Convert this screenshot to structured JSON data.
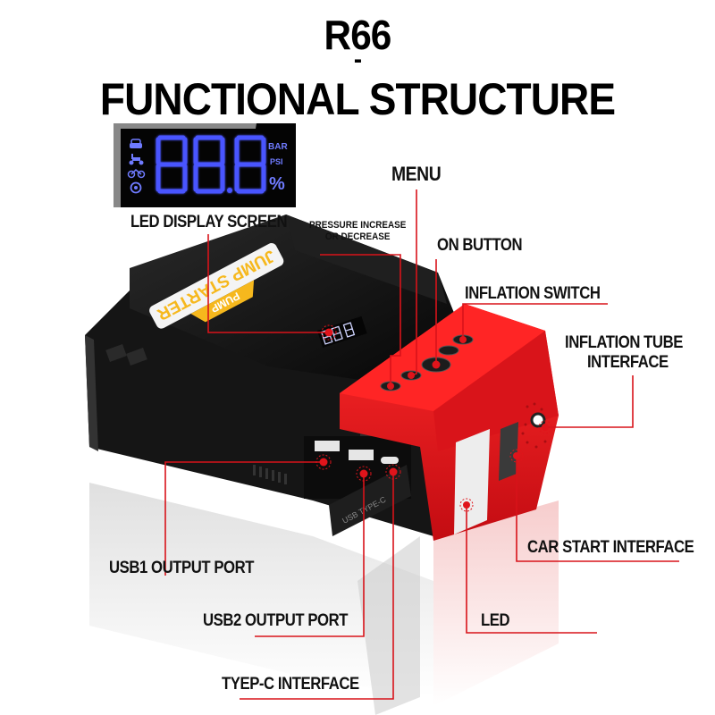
{
  "title": {
    "model": "R66",
    "separator": "-",
    "subtitle": "FUNCTIONAL STRUCTURE"
  },
  "lcd": {
    "digits": "88.8",
    "units": [
      "BAR",
      "PSI",
      "%"
    ],
    "mode_icons": [
      "car-icon",
      "scooter-icon",
      "bicycle-icon",
      "ball-icon"
    ]
  },
  "product": {
    "label_main": "JUMP STARTER",
    "label_badge": "PUMP",
    "flap_text": "USB TYPE-C"
  },
  "callouts": {
    "led_display": "LED DISPLAY SCREEN",
    "pressure": [
      "PRESSURE INCREASE",
      "OR DECREASE"
    ],
    "menu": "MENU",
    "on_button": "ON BUTTON",
    "inflation_switch": "INFLATION SWITCH",
    "inflation_tube": [
      "INFLATION TUBE",
      "INTERFACE"
    ],
    "car_start": "CAR START INTERFACE",
    "usb1": "USB1 OUTPUT PORT",
    "usb2": "USB2 OUTPUT PORT",
    "led": "LED",
    "typec": "TYEP-C INTERFACE"
  },
  "colors": {
    "accent_red": "#e0141b",
    "body_red": "#e8161c",
    "body_black": "#151515",
    "label_yellow": "#f6b81d",
    "lcd_blue": "#4a55ff"
  }
}
